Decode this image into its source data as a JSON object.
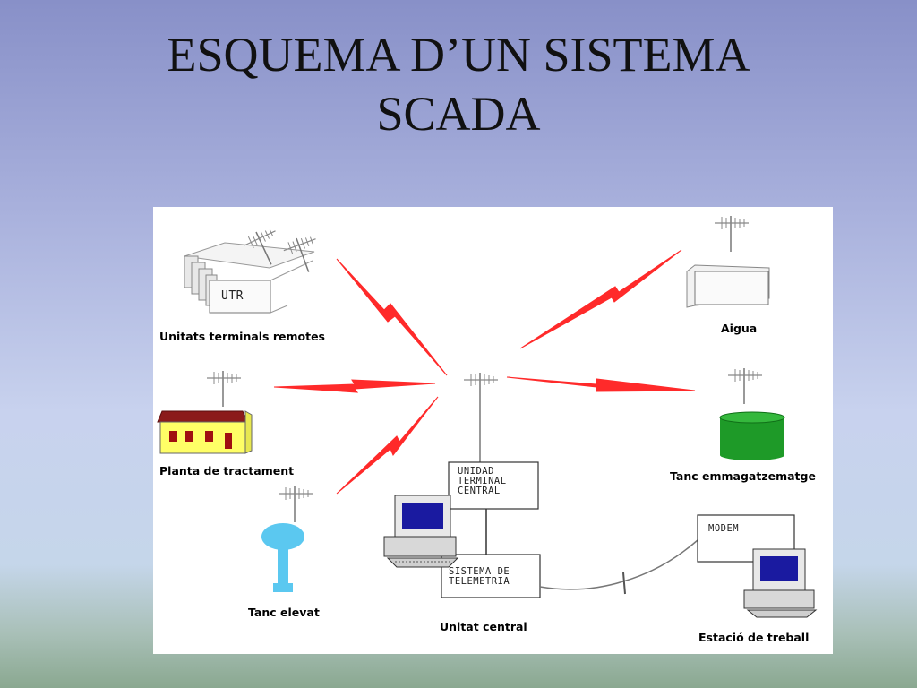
{
  "title": {
    "line1": "ESQUEMA D’UN SISTEMA",
    "line2": "SCADA"
  },
  "diagram": {
    "utr_box": "UTR",
    "labels": {
      "remote_units": "Unitats terminals remotes",
      "treatment_plant": "Planta de tractament",
      "elevated_tank": "Tanc elevat",
      "central_unit": "Unitat central",
      "water": "Aigua",
      "storage_tank": "Tanc emmagatzematge",
      "workstation": "Estació de treball"
    },
    "central_terminal_box": [
      "UNIDAD",
      "TERMINAL",
      "CENTRAL"
    ],
    "telemetry_box": [
      "SISTEMA DE",
      "TELEMETRIA"
    ],
    "modem_box": "MODEM",
    "colors": {
      "lightning": "#ff2a2a",
      "building_roof": "#8b1a1a",
      "building_wall": "#ffff66",
      "water_tower": "#5bc8f0",
      "storage_tank": "#1e9a28",
      "monitor_screen": "#1a1aa0"
    }
  }
}
